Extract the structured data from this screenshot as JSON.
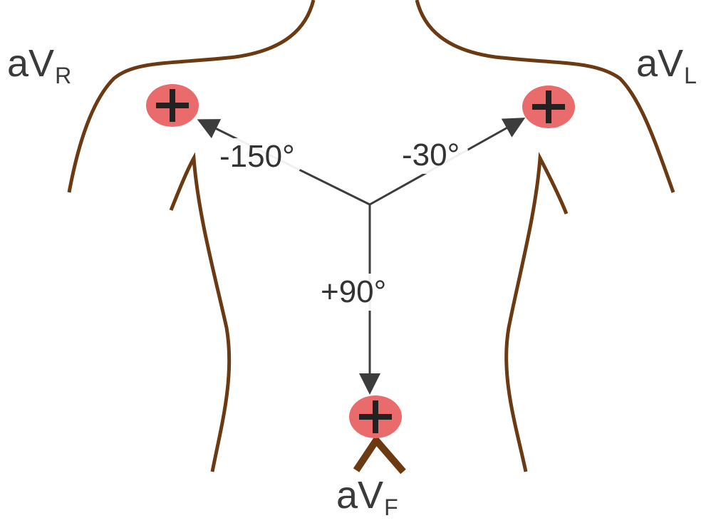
{
  "colors": {
    "body_outline": "#6b3a12",
    "axis_line": "#3c3c3c",
    "electrode_fill": "#ea6b6b",
    "plus_sign": "#222222"
  },
  "leads": {
    "avr": {
      "main": "aV",
      "sub": "R",
      "angle": "-150°"
    },
    "avl": {
      "main": "aV",
      "sub": "L",
      "angle": "-30°"
    },
    "avf": {
      "main": "aV",
      "sub": "F",
      "angle": "+90°"
    }
  },
  "electrode_symbol": "plus-icon"
}
